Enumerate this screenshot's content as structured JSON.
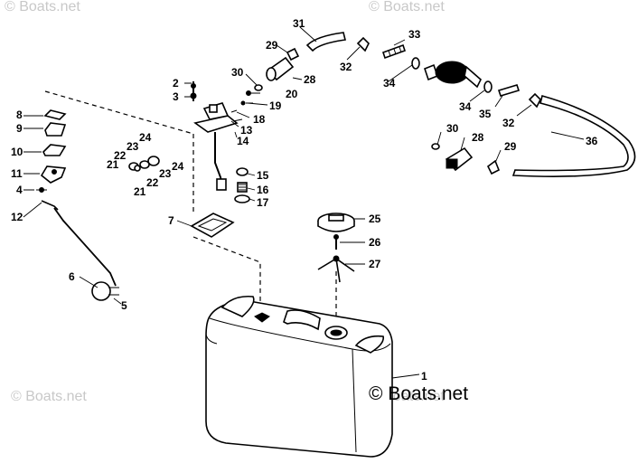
{
  "watermarks": {
    "top_left": "© Boats.net",
    "top_right": "© Boats.net",
    "bottom_left": "© Boats.net",
    "bottom_right": "© Boats.net",
    "main": "© Boats.net"
  },
  "callouts": {
    "c1": "1",
    "c2": "2",
    "c3": "3",
    "c4": "4",
    "c5": "5",
    "c6": "6",
    "c7": "7",
    "c8": "8",
    "c9": "9",
    "c10": "10",
    "c11": "11",
    "c12": "12",
    "c13": "13",
    "c14": "14",
    "c15": "15",
    "c16": "16",
    "c17": "17",
    "c18": "18",
    "c19": "19",
    "c20": "20",
    "c21a": "21",
    "c21b": "21",
    "c22a": "22",
    "c22b": "22",
    "c23a": "23",
    "c23b": "23",
    "c24a": "24",
    "c24b": "24",
    "c25": "25",
    "c26": "26",
    "c27": "27",
    "c28a": "28",
    "c28b": "28",
    "c29a": "29",
    "c29b": "29",
    "c30a": "30",
    "c30b": "30",
    "c31": "31",
    "c32a": "32",
    "c32b": "32",
    "c33": "33",
    "c34a": "34",
    "c34b": "34",
    "c35": "35",
    "c36": "36"
  }
}
